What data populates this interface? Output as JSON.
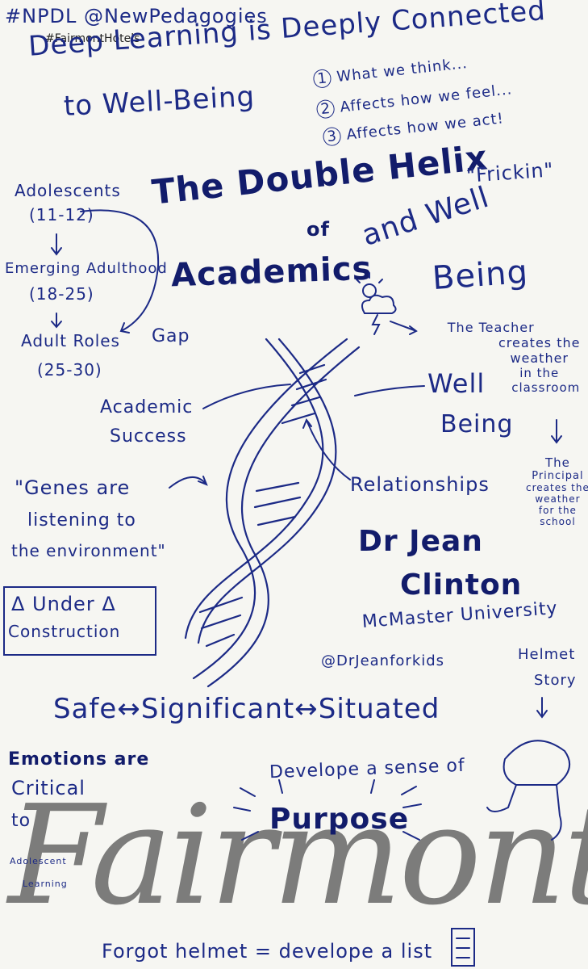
{
  "header": {
    "handle": "#NPDL @NewPedagogies",
    "hashtag": "#FairmontHotels"
  },
  "title": {
    "line1": "Deep Learning is Deeply Connected",
    "line2": "to Well-Being"
  },
  "steps": [
    {
      "num": "1",
      "text": "What we think..."
    },
    {
      "num": "2",
      "text": "Affects how we feel..."
    },
    {
      "num": "3",
      "text": "Affects how we act!"
    }
  ],
  "helix_title": {
    "line1": "The Double Helix",
    "quote": "\"Frickin\"",
    "of": "of",
    "academics": "Academics",
    "and_well": "and Well",
    "being": "Being"
  },
  "stages": [
    {
      "label": "Adolescents",
      "range": "(11-12)"
    },
    {
      "label": "Emerging Adulthood",
      "range": "(18-25)"
    },
    {
      "label": "Adult Roles",
      "range": "(25-30)"
    }
  ],
  "gap": "Gap",
  "teacher_note": {
    "lines": [
      "The Teacher",
      "creates the",
      "weather",
      "in the",
      "classroom"
    ]
  },
  "principal_note": {
    "lines": [
      "The",
      "Principal",
      "creates the",
      "weather",
      "for the",
      "school"
    ]
  },
  "well_being_label": {
    "line1": "Well",
    "line2": "Being"
  },
  "academic_label": {
    "line1": "Academic",
    "line2": "Success"
  },
  "relationships": "Relationships",
  "genes_quote": {
    "line1": "\"Genes are",
    "line2": "listening to",
    "line3": "the environment\""
  },
  "under_construction": {
    "line1": "Δ Under Δ",
    "line2": "Construction"
  },
  "speaker": {
    "name_line1": "Dr Jean",
    "name_line2": "Clinton",
    "affiliation": "McMaster University",
    "handle": "@DrJeanforkids"
  },
  "helmet": {
    "line1": "Helmet",
    "line2": "Story"
  },
  "safe_row": {
    "a": "Safe",
    "b": "Significant",
    "c": "Situated",
    "arrow": "↔"
  },
  "emotions": {
    "line1": "Emotions are",
    "line2": "Critical",
    "line3": "to",
    "line4": "Adolescent",
    "line5": "Learning"
  },
  "purpose": {
    "line1": "Develope a sense of",
    "word": "Purpose"
  },
  "footer_line": "Forgot helmet = develope a list",
  "logo_text": "Fairmont",
  "colors": {
    "ink": "#1c2a86",
    "paper": "#f6f6f2",
    "logo": "#5a5a5a"
  }
}
